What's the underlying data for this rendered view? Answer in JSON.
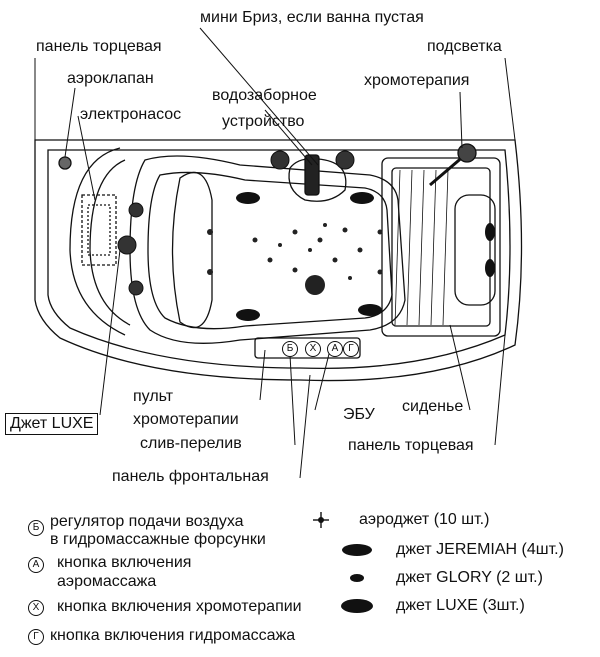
{
  "labels": {
    "mini_briz": "мини Бриз, если ванна пустая",
    "panel_end_top": "панель торцевая",
    "podsvetka": "подсветка",
    "aeroklapan": "аэроклапан",
    "chromotherapy": "хромотерапия",
    "vodozabor_line1": "водозаборное",
    "vodozabor_line2": "устройство",
    "electronasos": "электронасос",
    "jet_luxe": "Джет LUXE",
    "pult_line1": "пульт",
    "pult_line2": "хромотерапии",
    "ebu": "ЭБУ",
    "sidenie": "сиденье",
    "sliv_pereliv": "слив-перелив",
    "panel_end_bottom": "панель торцевая",
    "panel_front": "панель фронтальная"
  },
  "control_letters": [
    "Б",
    "Х",
    "А",
    "Г"
  ],
  "legend": {
    "left": [
      {
        "letter": "Б",
        "line1": "регулятор подачи воздуха",
        "line2": "в гидромассажные форсунки"
      },
      {
        "letter": "А",
        "line1": "кнопка включения",
        "line2": "аэромассажа"
      },
      {
        "letter": "Х",
        "line1": "кнопка включения хромотерапии",
        "line2": ""
      },
      {
        "letter": "Г",
        "line1": "кнопка включения гидромассажа",
        "line2": ""
      }
    ],
    "right": [
      {
        "icon": "aerojet-icon",
        "text": "аэроджет (10 шт.)"
      },
      {
        "icon": "jet-jeremiah-icon",
        "text": "джет JEREMIAH (4шт.)"
      },
      {
        "icon": "jet-glory-icon",
        "text": "джет GLORY (2 шт.)"
      },
      {
        "icon": "jet-luxe-icon",
        "text": "джет LUXE (3шт.)"
      }
    ]
  }
}
